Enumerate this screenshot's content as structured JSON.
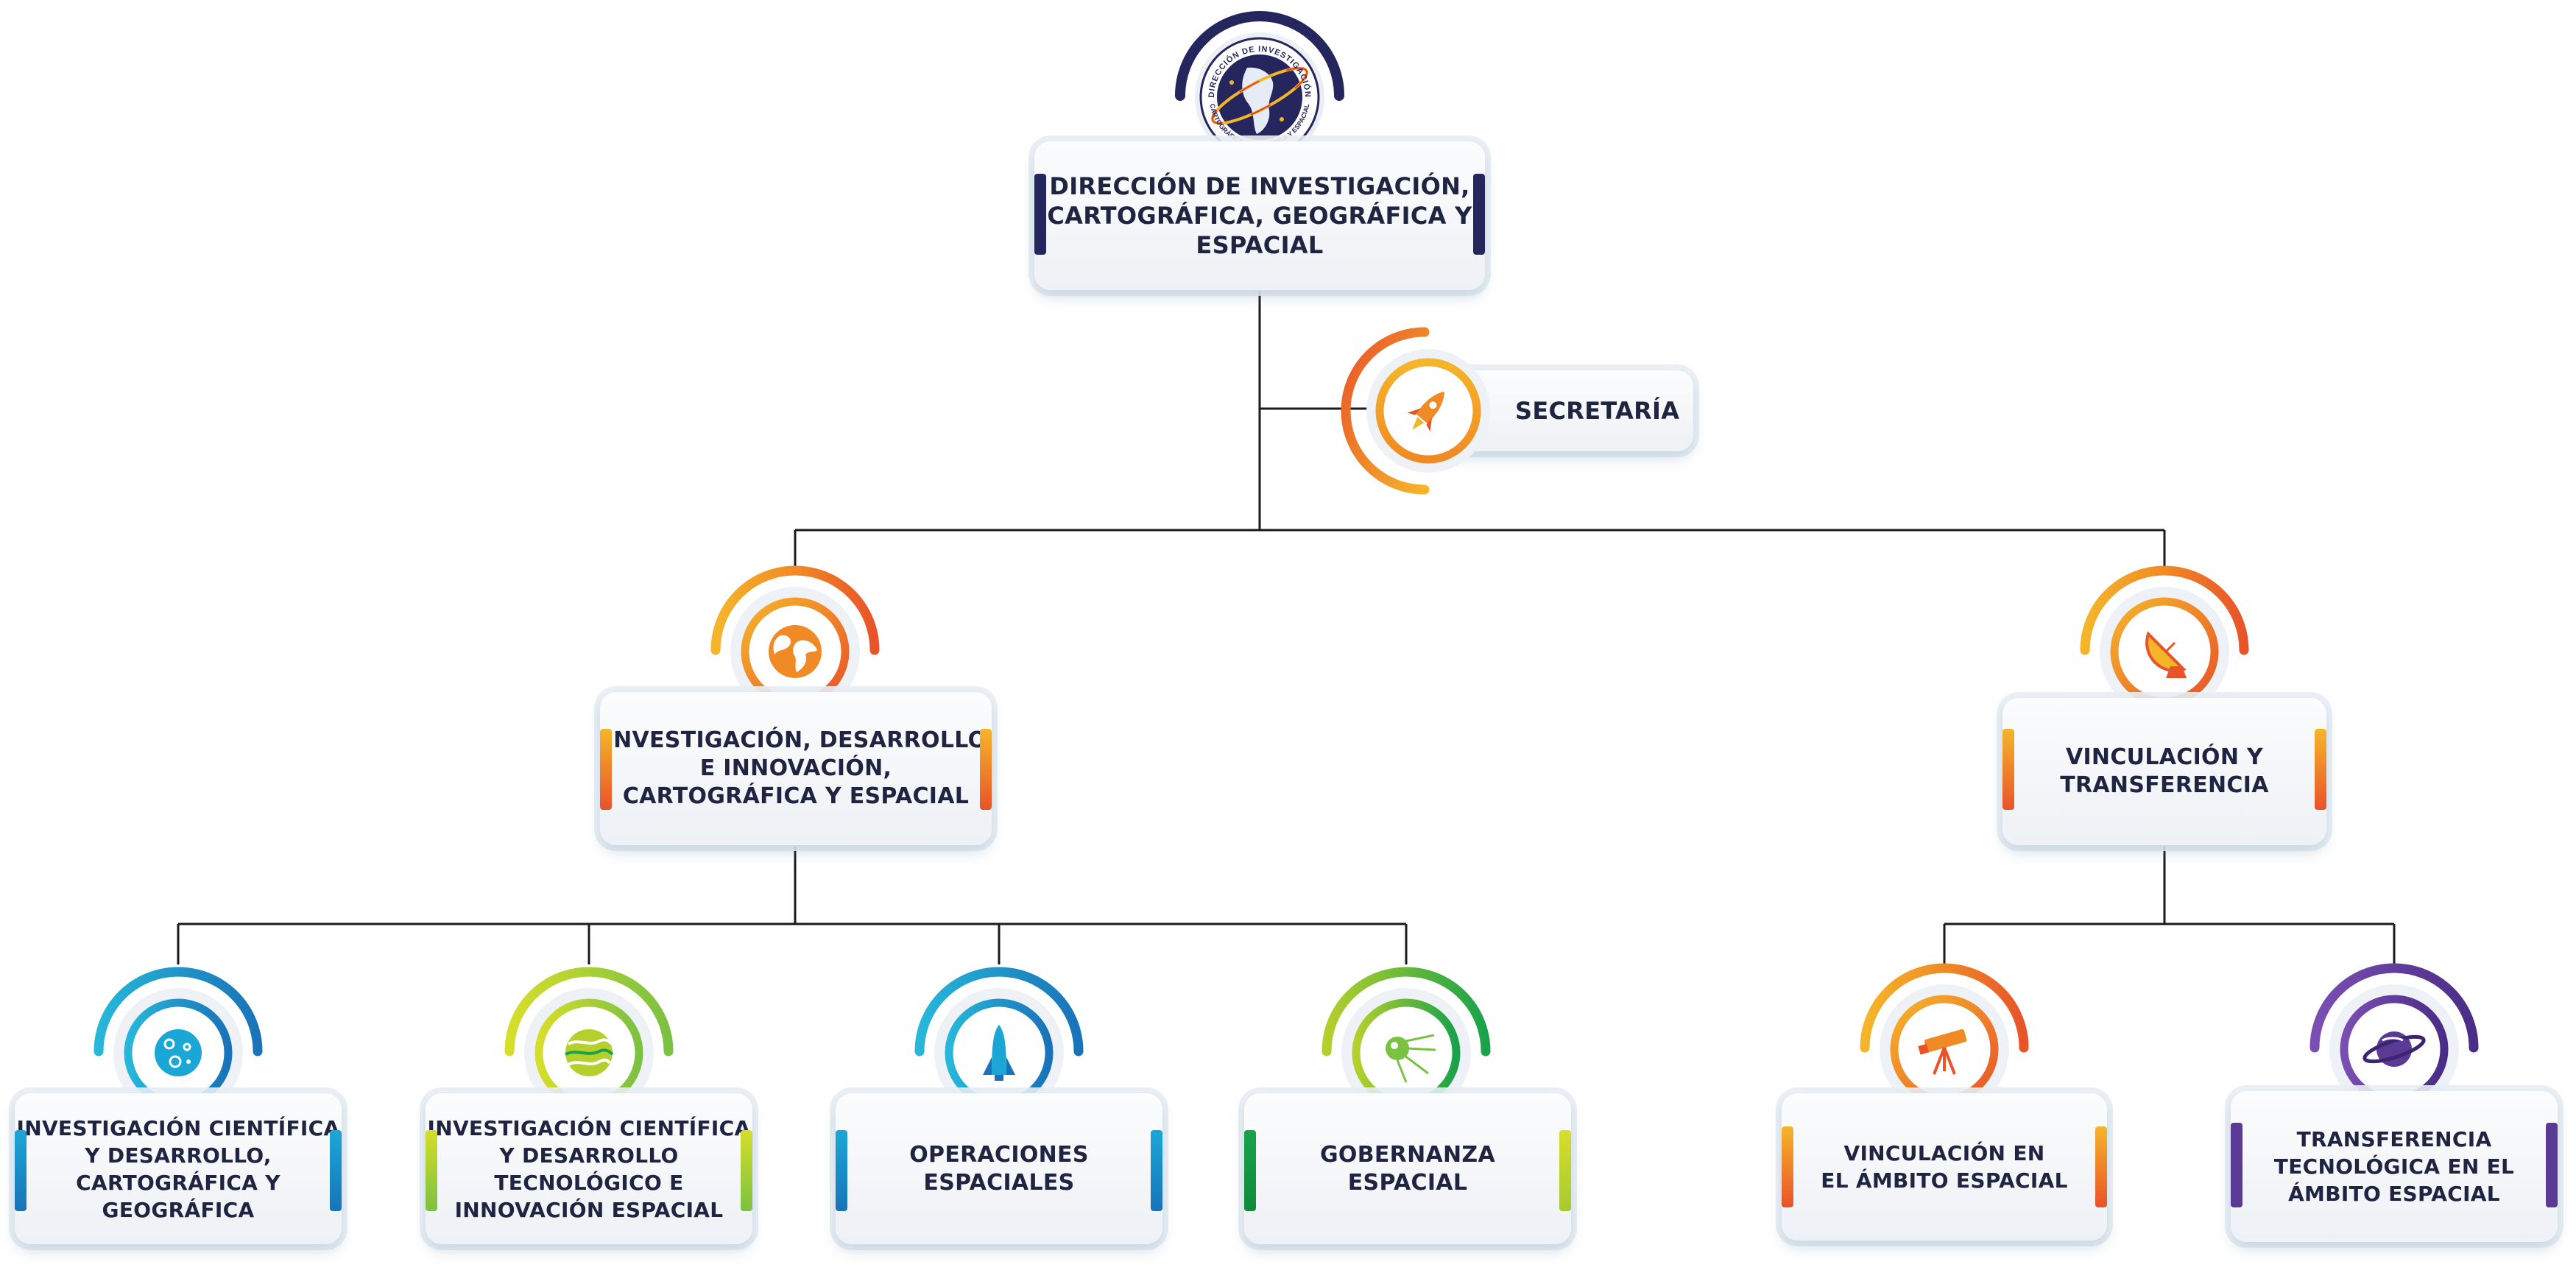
{
  "nodes": {
    "direccion": {
      "label": "DIRECCIÓN DE INVESTIGACIÓN,\nCARTOGRÁFICA, GEOGRÁFICA Y\nESPACIAL",
      "color": "#26265e",
      "icon": "institutional-seal-icon"
    },
    "secretaria": {
      "label": "SECRETARÍA",
      "color": "#f08a24",
      "icon": "rocket-icon"
    },
    "idi": {
      "label": "INVESTIGACIÓN, DESARROLLO\nE INNOVACIÓN,\nCARTOGRÁFICA Y ESPACIAL",
      "color": "#f08a24",
      "icon": "globe-icon"
    },
    "vinculacion": {
      "label": "VINCULACIÓN Y\nTRANSFERENCIA",
      "color": "#f08a24",
      "icon": "satellite-dish-icon"
    },
    "cientifica": {
      "label": "INVESTIGACIÓN CIENTÍFICA\nY DESARROLLO,\nCARTOGRÁFICA Y\nGEOGRÁFICA",
      "color": "#1ba7d6",
      "icon": "moon-icon"
    },
    "tecnologico": {
      "label": "INVESTIGACIÓN CIENTÍFICA\nY DESARROLLO\nTECNOLÓGICO E\nINNOVACIÓN ESPACIAL",
      "color": "#a6c932",
      "icon": "striped-planet-icon"
    },
    "operaciones": {
      "label": "OPERACIONES\nESPACIALES",
      "color": "#1ba7d6",
      "icon": "space-shuttle-icon"
    },
    "gobernanza": {
      "label": "GOBERNANZA\nESPACIAL",
      "color": "#7bc142",
      "icon": "sputnik-icon"
    },
    "ambito": {
      "label": "VINCULACIÓN EN\nEL ÁMBITO ESPACIAL",
      "color": "#f08a24",
      "icon": "telescope-icon"
    },
    "transferencia": {
      "label": "TRANSFERENCIA\nTECNOLÓGICA EN EL\nÁMBITO ESPACIAL",
      "color": "#5b3a96",
      "icon": "saturn-icon"
    }
  },
  "seal": {
    "ring_text": "DIRECCIÓN DE INVESTIGACIÓN",
    "ring_text_bottom": "CARTOGRÁFICA, GEOGRÁFICA Y ESPACIAL"
  },
  "colors": {
    "navy": "#26265e",
    "orange": "#f08a24",
    "orange_dark": "#e8532a",
    "yellow": "#f5b52a",
    "cyan": "#1ba7d6",
    "blue": "#1a73b8",
    "lime": "#b5cf2c",
    "green": "#19a24a",
    "purple": "#5b3a96",
    "line": "#1a1a1a"
  }
}
